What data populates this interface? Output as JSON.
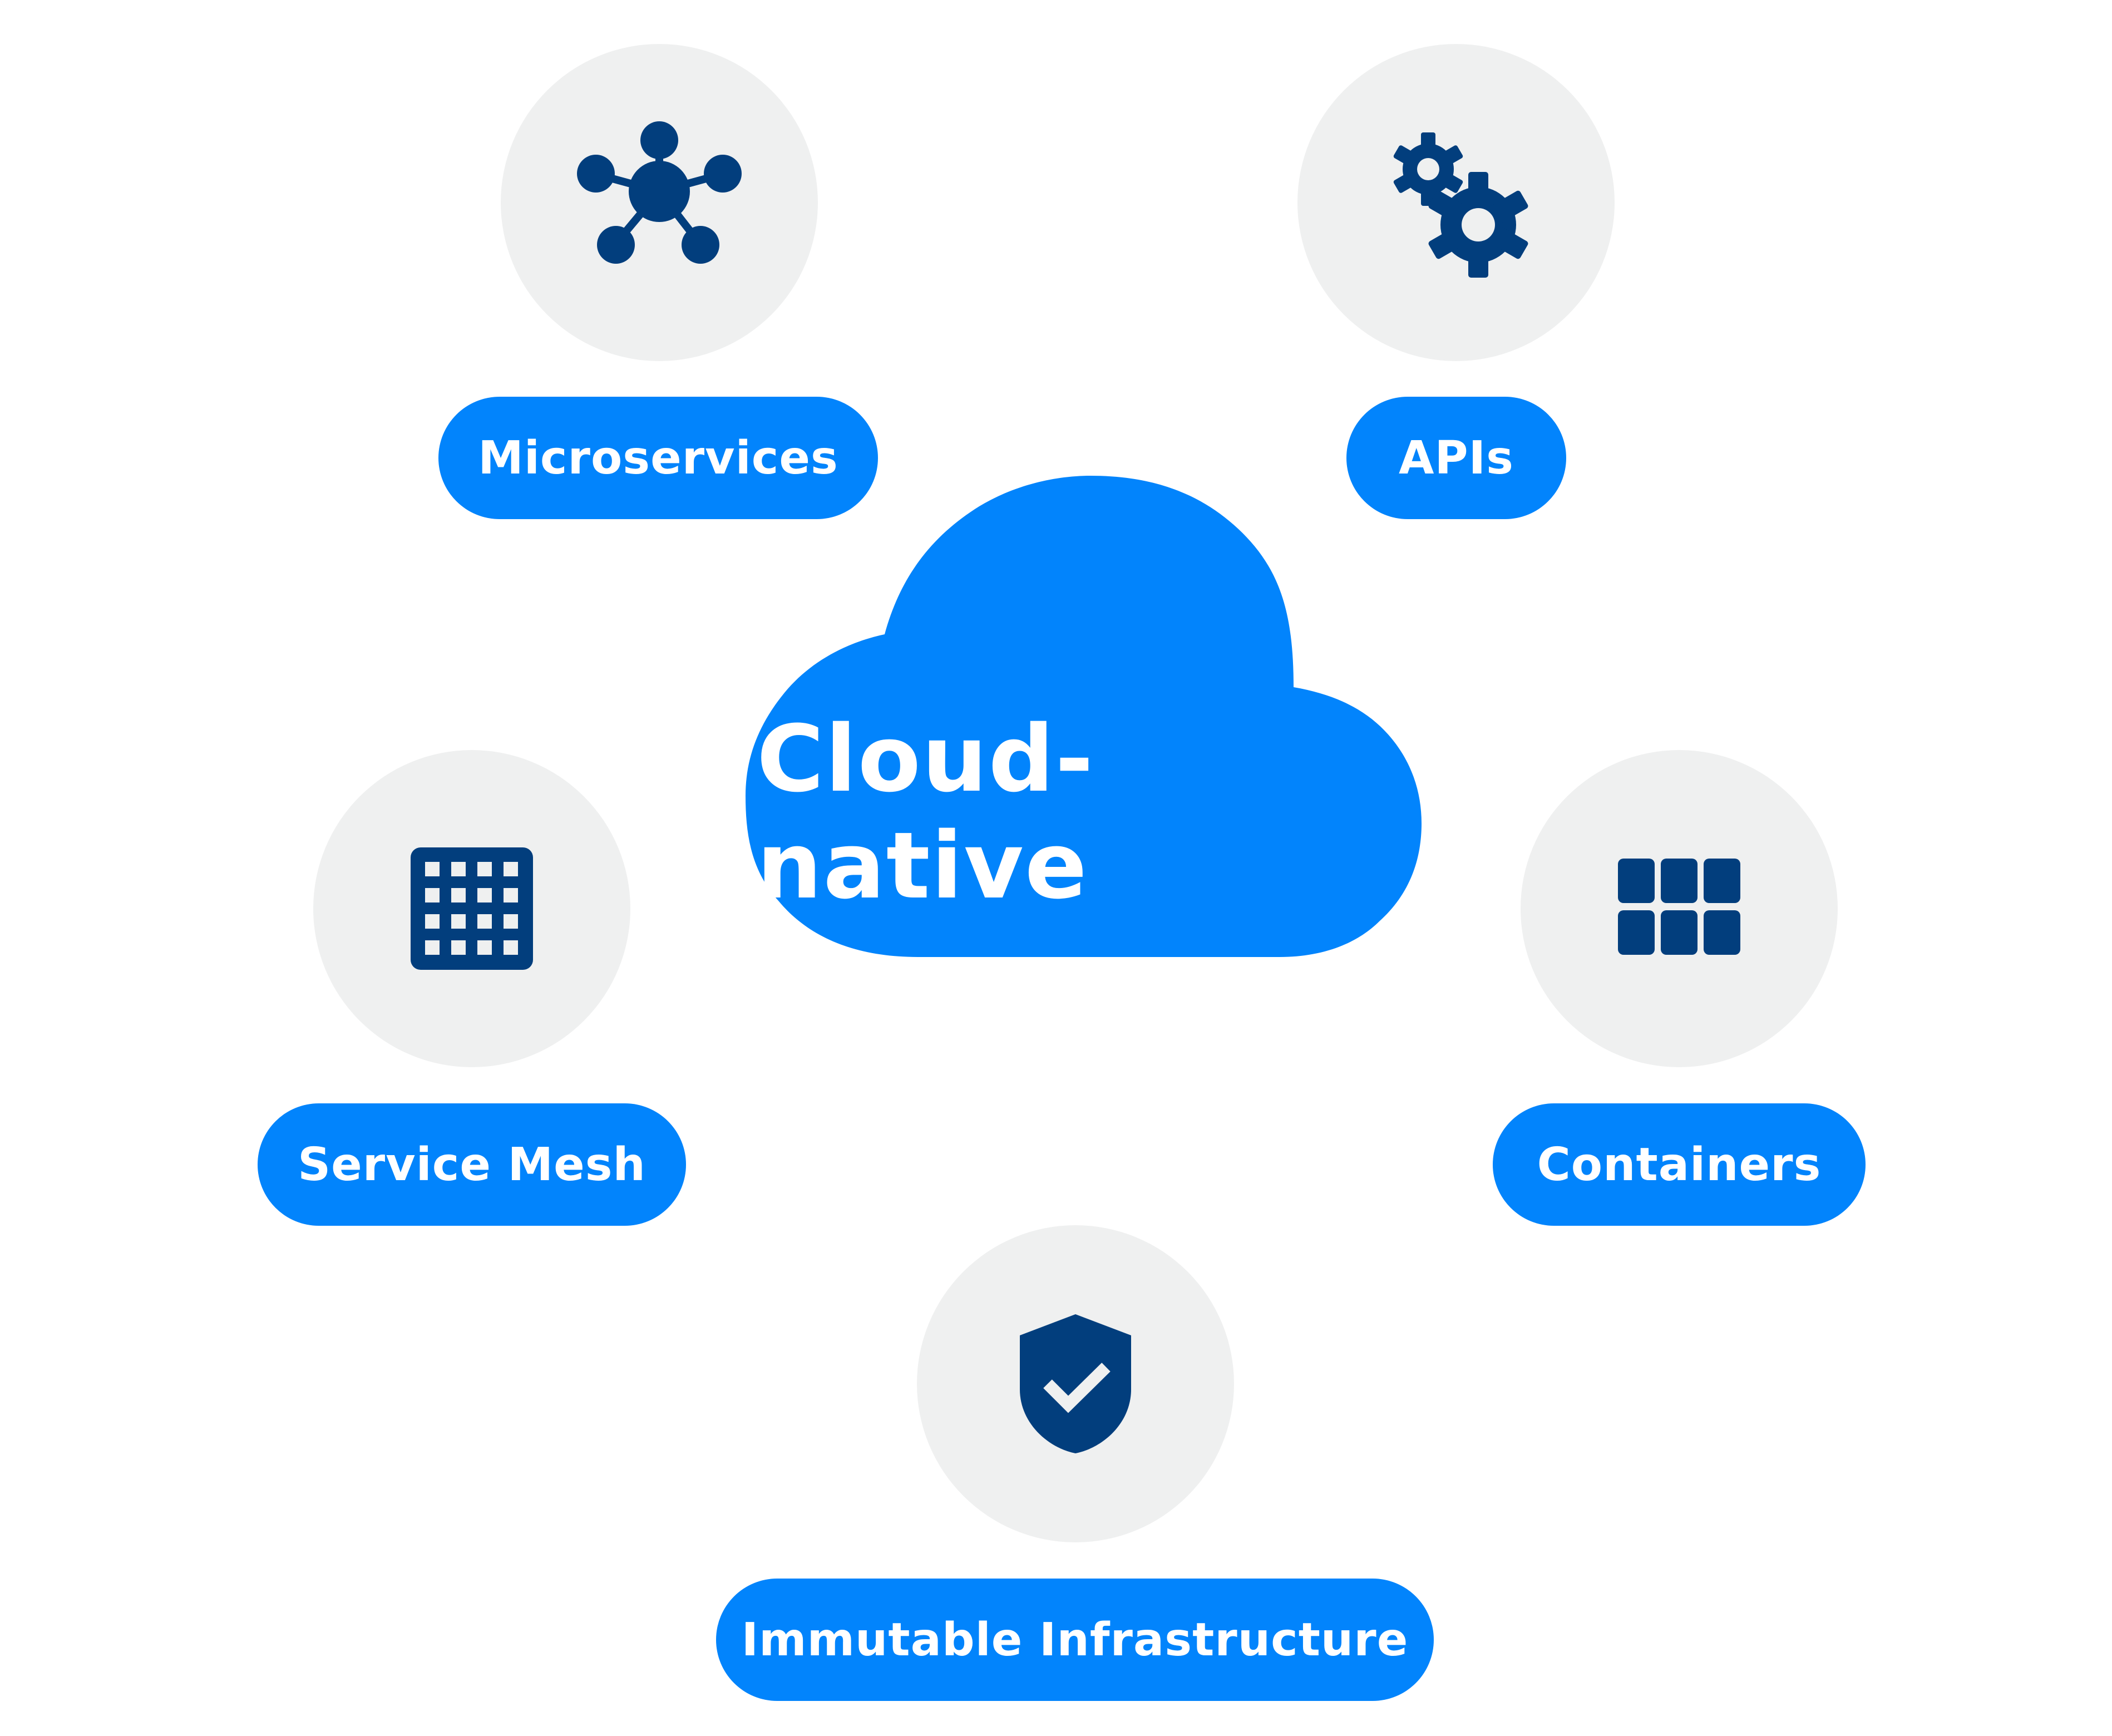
{
  "center": {
    "label": "Cloud-native"
  },
  "concepts": [
    {
      "id": "microservices",
      "label": "Microservices",
      "icon": "network-icon"
    },
    {
      "id": "apis",
      "label": "APIs",
      "icon": "gears-icon"
    },
    {
      "id": "service-mesh",
      "label": "Service Mesh",
      "icon": "grid-mesh-icon"
    },
    {
      "id": "containers",
      "label": "Containers",
      "icon": "containers-icon"
    },
    {
      "id": "immutable-infrastructure",
      "label": "Immutable Infrastructure",
      "icon": "shield-check-icon"
    }
  ],
  "colors": {
    "accent": "#0284fc",
    "icon": "#023e7d",
    "circle": "#eff0f0",
    "text": "#ffffff"
  }
}
